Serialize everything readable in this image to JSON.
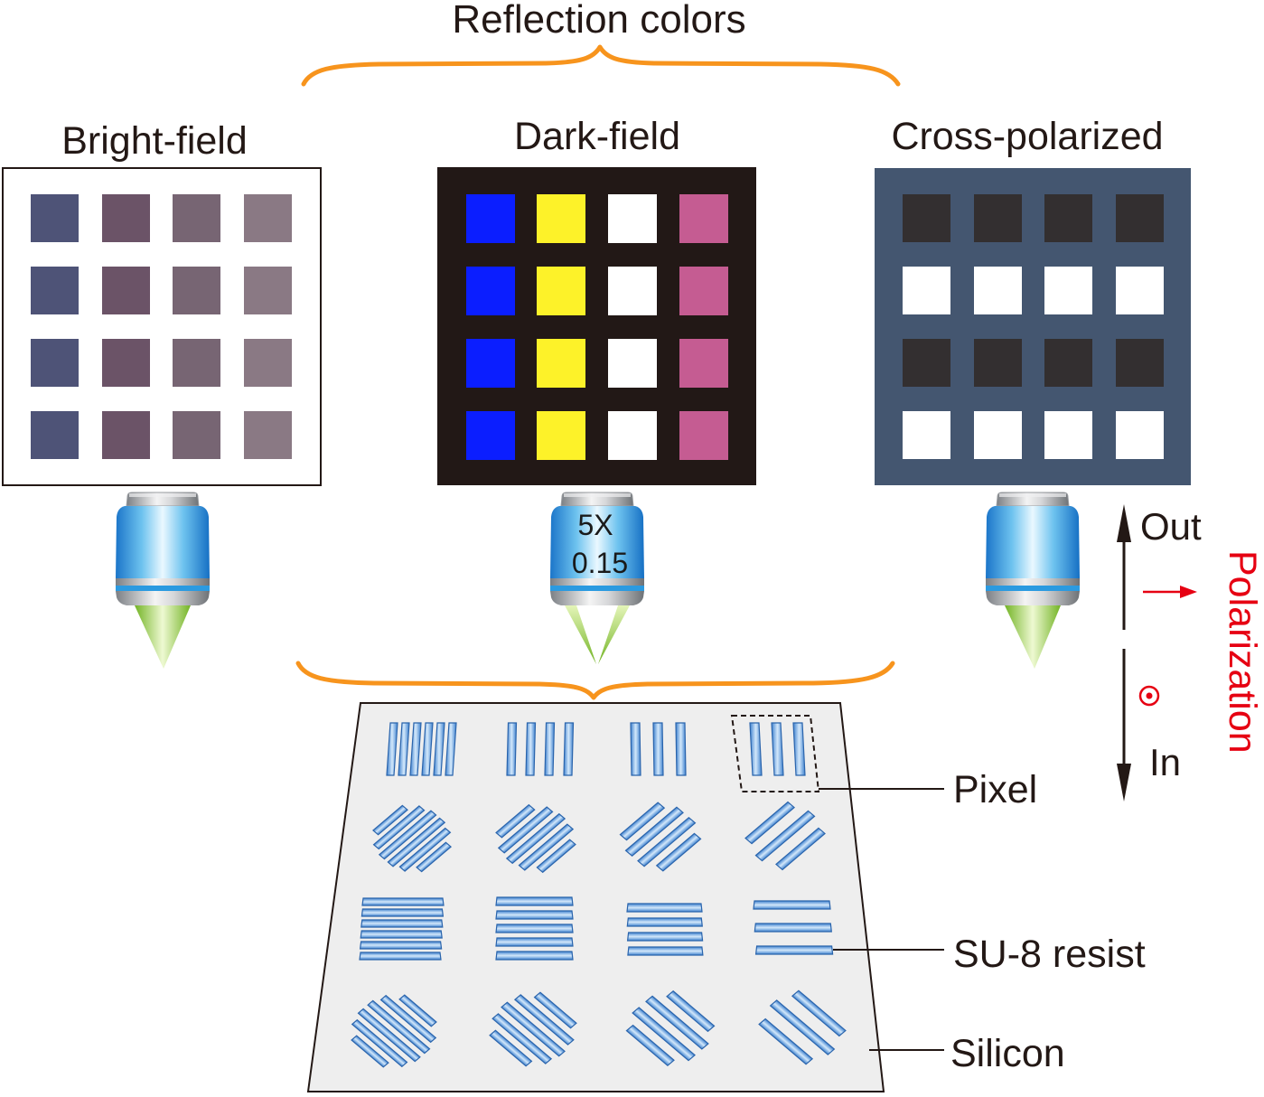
{
  "title": "Reflection colors",
  "panels": [
    {
      "label": "Bright-field",
      "background": "#ffffff",
      "squares": [
        [
          "#4e5377",
          "#6b5367",
          "#776573",
          "#8a7984"
        ],
        [
          "#4e5377",
          "#6b5367",
          "#776573",
          "#8a7984"
        ],
        [
          "#4e5377",
          "#6b5367",
          "#776573",
          "#8a7984"
        ],
        [
          "#4e5377",
          "#6b5367",
          "#776573",
          "#8a7984"
        ]
      ]
    },
    {
      "label": "Dark-field",
      "background": "#221816",
      "squares": [
        [
          "#0b1eff",
          "#fdf229",
          "#ffffff",
          "#c55c92"
        ],
        [
          "#0b1eff",
          "#fdf229",
          "#ffffff",
          "#c55c92"
        ],
        [
          "#0b1eff",
          "#fdf229",
          "#ffffff",
          "#c55c92"
        ],
        [
          "#0b1eff",
          "#fdf229",
          "#ffffff",
          "#c55c92"
        ]
      ]
    },
    {
      "label": "Cross-polarized",
      "background": "#445670",
      "squares": [
        [
          "#332f30",
          "#332f30",
          "#332f30",
          "#332f30"
        ],
        [
          "#ffffff",
          "#ffffff",
          "#ffffff",
          "#ffffff"
        ],
        [
          "#332f30",
          "#332f30",
          "#332f30",
          "#332f30"
        ],
        [
          "#ffffff",
          "#ffffff",
          "#ffffff",
          "#ffffff"
        ]
      ]
    }
  ],
  "objective": {
    "magnification": "5X",
    "numerical_aperture": "0.15"
  },
  "polarization": {
    "out_label": "Out",
    "in_label": "In",
    "label": "Polarization"
  },
  "sample": {
    "pixel_label": "Pixel",
    "resist_label": "SU-8 resist",
    "substrate_label": "Silicon"
  },
  "colors": {
    "brace": "#f7941d",
    "polarization": "#e60012",
    "substrate": "#eeeeee",
    "resist_edge": "#3f82cf",
    "resist_center": "#d3e8fb",
    "illumination": "#72b324"
  }
}
